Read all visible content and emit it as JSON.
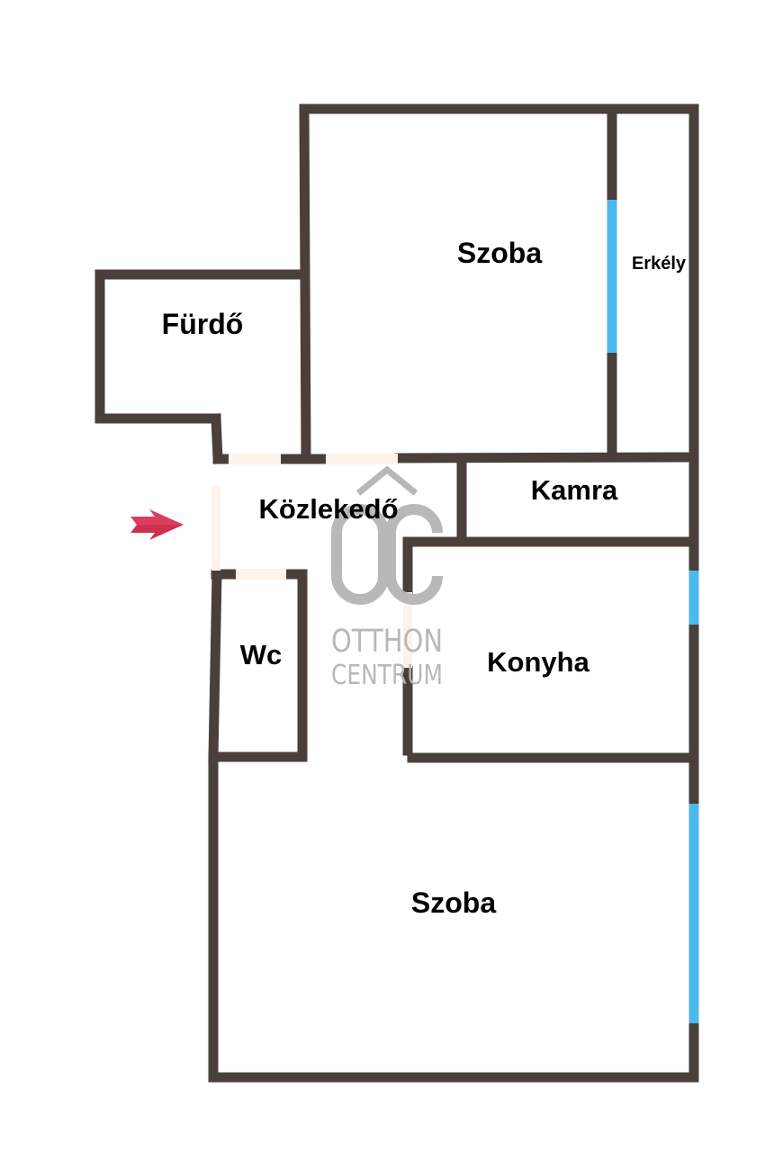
{
  "floorplan": {
    "rooms": {
      "szoba_top": "Szoba",
      "erkely": "Erkély",
      "furdo": "Fürdő",
      "kozlekedo": "Közlekedő",
      "kamra": "Kamra",
      "wc": "Wc",
      "konyha": "Konyha",
      "szoba_bottom": "Szoba"
    },
    "watermark": {
      "monogram": "OC",
      "line1": "OTTHON",
      "line2": "CENTRUM"
    },
    "colors": {
      "wall": "#4a3f3b",
      "window": "#4db8ec",
      "door_opening": "#fdf3ea",
      "entrance_arrow": "#d0304f",
      "watermark": "#b5b5b5"
    },
    "icons": {
      "entrance": "entrance-arrow-icon"
    }
  }
}
